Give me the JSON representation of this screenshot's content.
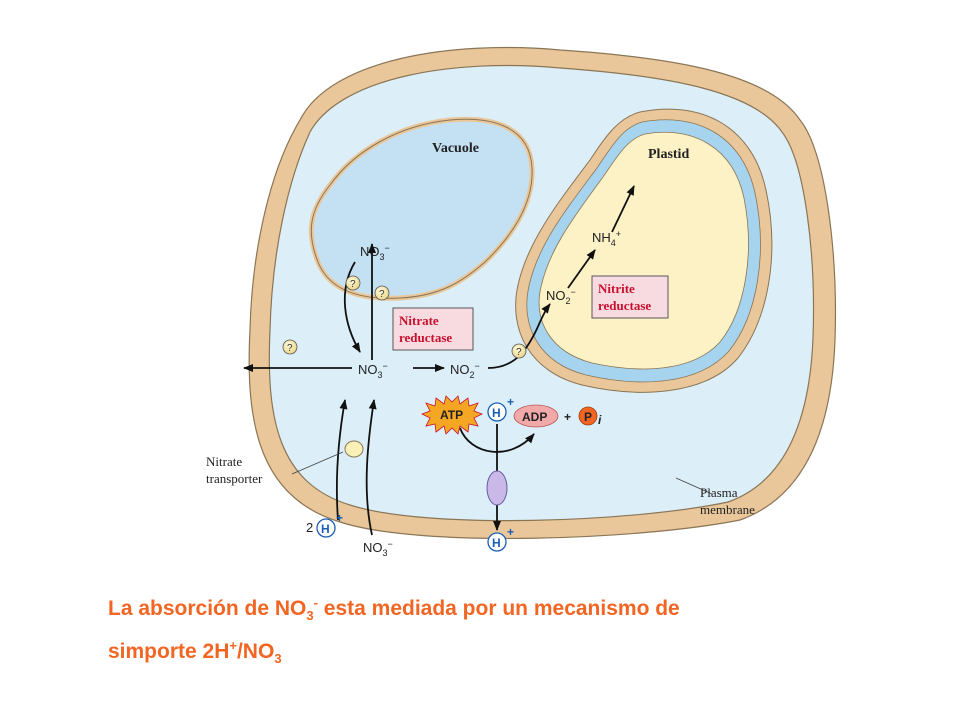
{
  "labels": {
    "vacuole": "Vacuole",
    "plastid": "Plastid",
    "nitrate_reductase_1": "Nitrate",
    "nitrate_reductase_2": "reductase",
    "nitrite_reductase_1": "Nitrite",
    "nitrite_reductase_2": "reductase",
    "nitrate_transporter_1": "Nitrate",
    "nitrate_transporter_2": "transporter",
    "plasma_membrane_1": "Plasma",
    "plasma_membrane_2": "membrane"
  },
  "chem": {
    "no3": "NO",
    "no3_sub": "3",
    "no3_sup": "−",
    "no2": "NO",
    "no2_sub": "2",
    "no2_sup": "−",
    "nh4": "NH",
    "nh4_sub": "4",
    "nh4_sup": "+",
    "h": "H",
    "h_sup": "+",
    "two": "2",
    "atp": "ATP",
    "adp": "ADP",
    "plus": "+",
    "p": "P",
    "p_sub": "i",
    "question": "?"
  },
  "caption": {
    "line1_a": "La absorción de NO",
    "line1_sub": "3",
    "line1_sup": "-",
    "line1_b": " esta mediada por un mecanismo de",
    "line2_a": "simporte 2H",
    "line2_sup": "+",
    "line2_b": "/NO",
    "line2_sub": "3"
  },
  "colors": {
    "cell_wall": "#e9c79a",
    "cytoplasm": "#dceff8",
    "membrane_stroke": "#8a7555",
    "vacuole": "#c4e1f3",
    "plastid_envelope": "#a6d4ee",
    "stroma": "#fdf2c6",
    "enzyme_box": "#f8dbe1",
    "caption": "#f26522",
    "atp": "#f5a623",
    "adp": "#f1a9a9",
    "phosphate": "#f26522",
    "hplus": "#1a5fb4"
  }
}
